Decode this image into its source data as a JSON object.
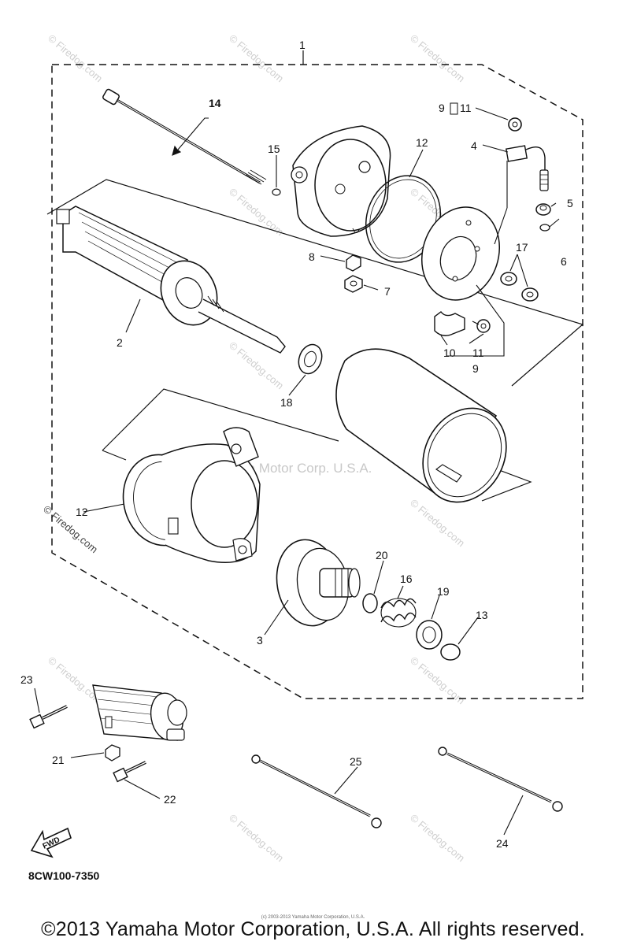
{
  "diagram": {
    "callouts": {
      "c1": "1",
      "c2": "2",
      "c3": "3",
      "c4": "4",
      "c5": "5",
      "c6": "6",
      "c7": "7",
      "c8": "8",
      "c9_top": "9",
      "c11_top": "11",
      "c9_bottom": "9",
      "c10": "10",
      "c11_bottom": "11",
      "c12_top": "12",
      "c12_left": "12",
      "c13": "13",
      "c14": "14",
      "c15": "15",
      "c16": "16",
      "c17": "17",
      "c18": "18",
      "c19": "19",
      "c20": "20",
      "c21": "21",
      "c22": "22",
      "c23": "23",
      "c24": "24",
      "c25": "25"
    },
    "fwd_label": "FWD",
    "diagram_code": "8CW100-7350",
    "watermark_center": "Yamaha Motor Corp. U.S.A.",
    "watermark_site": "© Firedog.com"
  },
  "footer": {
    "copyright": "©2013 Yamaha Motor Corporation, U.S.A. All rights reserved.",
    "tiny_credit": "(c) 2003-2013 Yamaha Motor Corporation, U.S.A."
  }
}
